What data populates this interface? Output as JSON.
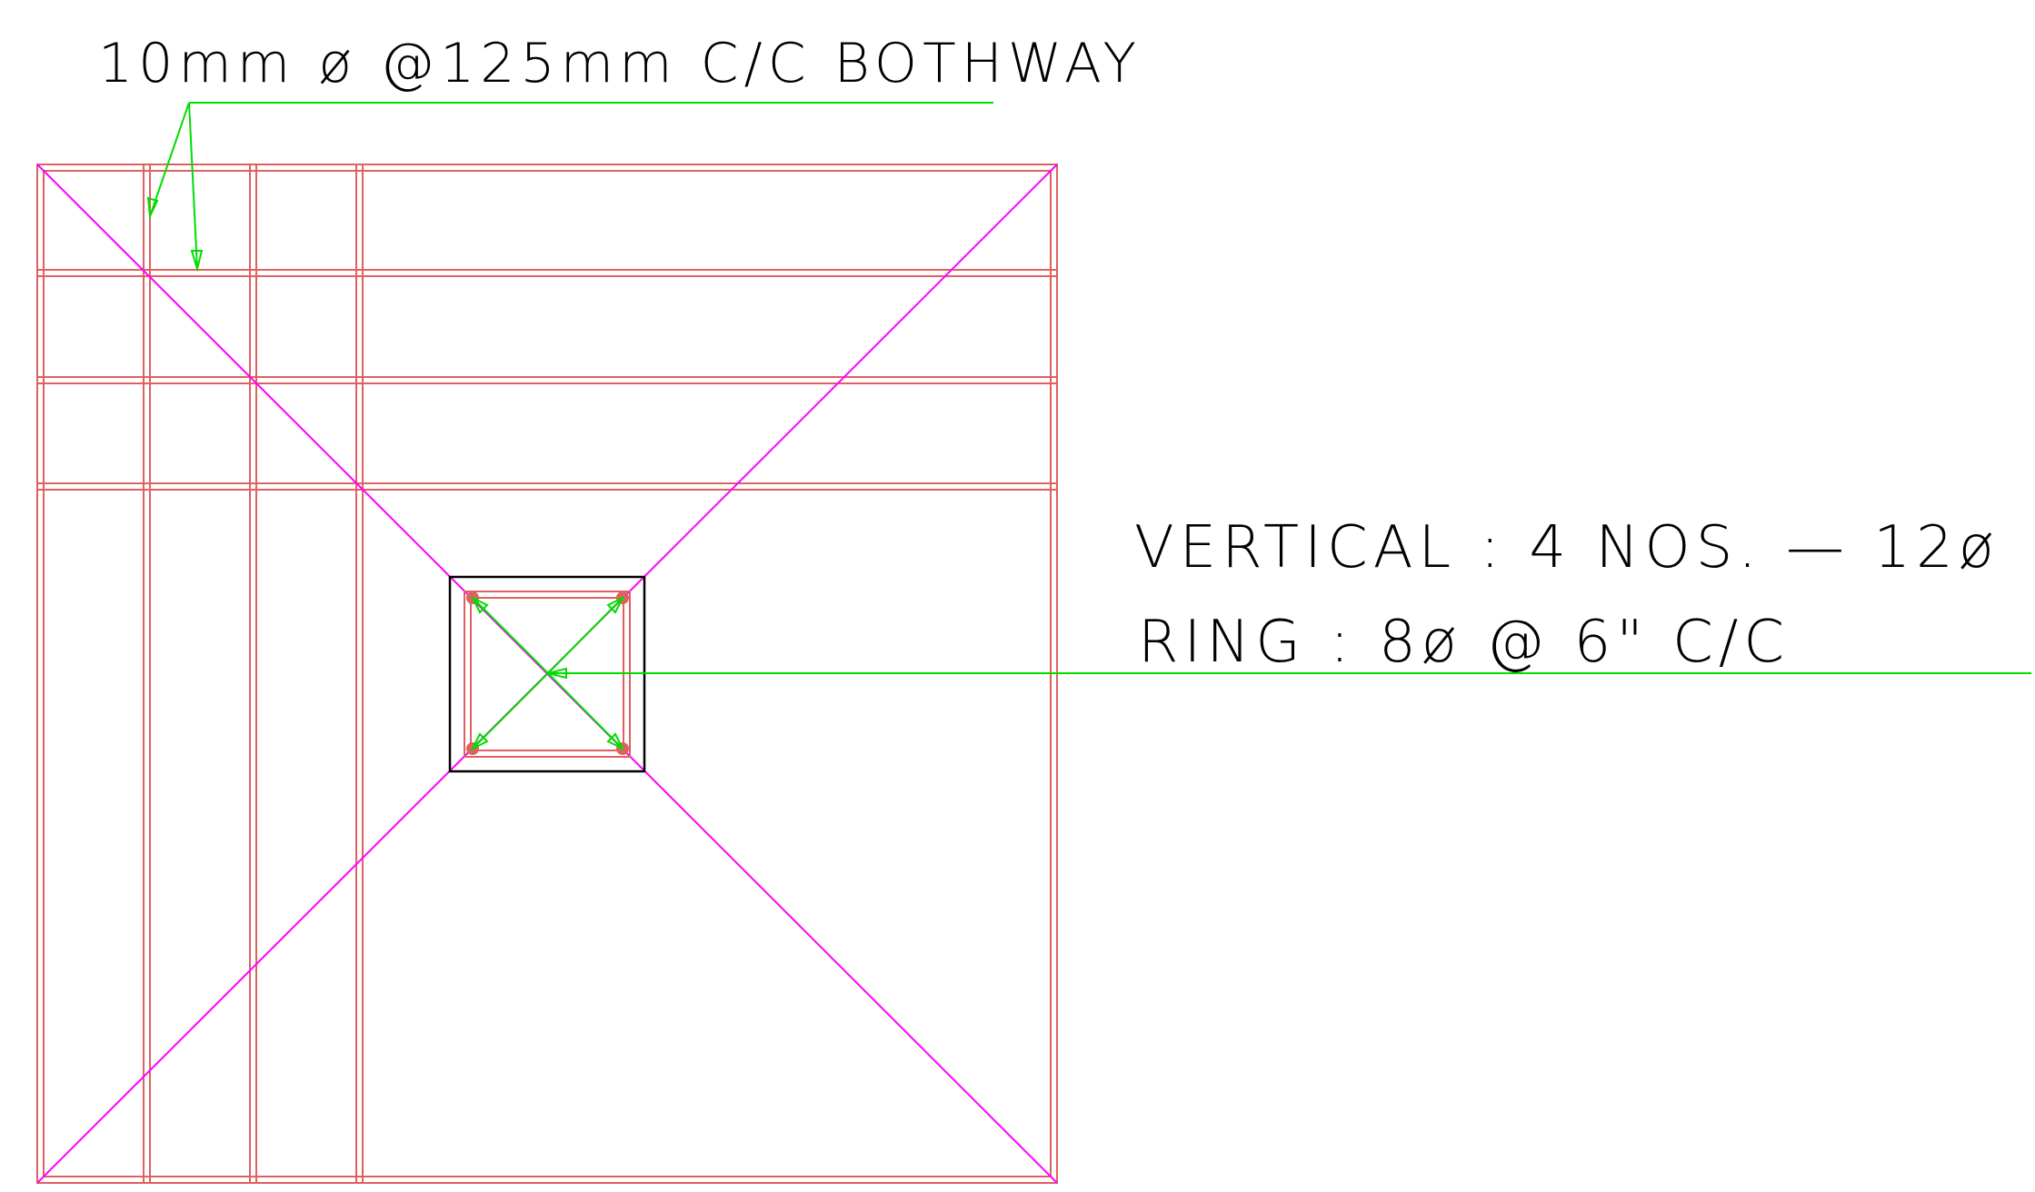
{
  "annotations": {
    "slab_reinforcement": "10mm ø @125mm C/C BOTHWAY",
    "column_vertical": "VERTICAL : 4 NOS. — 12ø",
    "column_ring": "RING : 8ø @ 6\" C/C"
  },
  "colors": {
    "rebar": "#e06060",
    "diagonal": "#ff00ff",
    "leader": "#00dd00",
    "column_outline": "#000000",
    "background": "#ffffff"
  }
}
